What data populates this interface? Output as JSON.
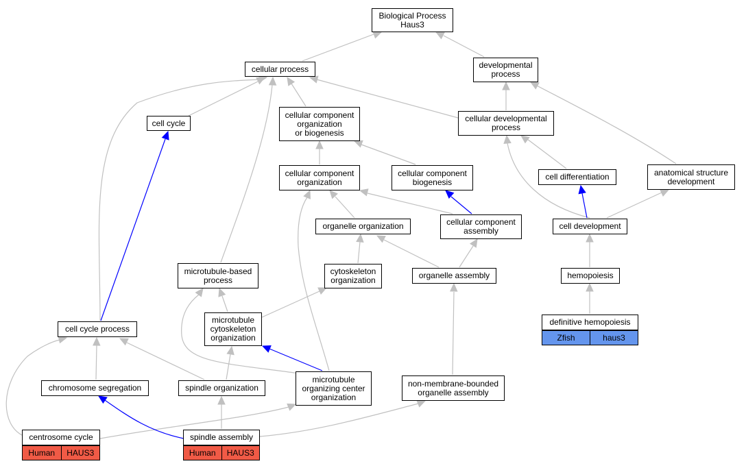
{
  "colors": {
    "grey_edge": "#c0c0c0",
    "blue_edge": "#0000ff",
    "human_annotation": "#f05a46",
    "zfish_annotation": "#6495ed"
  },
  "nodes": {
    "bp_root": "Biological Process\nHaus3",
    "cellular_process": "cellular process",
    "developmental_process": "developmental\nprocess",
    "cell_cycle": "cell cycle",
    "ccob": "cellular component\norganization\nor biogenesis",
    "cellular_developmental_process": "cellular developmental\nprocess",
    "cc_organization": "cellular component\norganization",
    "cc_biogenesis": "cellular component\nbiogenesis",
    "cell_differentiation": "cell differentiation",
    "anatomical_structure_development": "anatomical structure\ndevelopment",
    "organelle_organization": "organelle organization",
    "cc_assembly": "cellular component\nassembly",
    "cell_development": "cell development",
    "microtubule_based_process": "microtubule-based\nprocess",
    "cytoskeleton_organization": "cytoskeleton\norganization",
    "organelle_assembly": "organelle assembly",
    "hemopoiesis": "hemopoiesis",
    "mt_cytoskeleton_organization": "microtubule\ncytoskeleton\norganization",
    "cell_cycle_process": "cell cycle process",
    "definitive_hemopoiesis": "definitive hemopoiesis",
    "chromosome_segregation": "chromosome segregation",
    "spindle_organization": "spindle organization",
    "mtoc_organization": "microtubule\norganizing center\norganization",
    "non_membrane_organelle_assembly": "non-membrane-bounded\norganelle assembly",
    "centrosome_cycle": "centrosome cycle",
    "spindle_assembly": "spindle assembly"
  },
  "annotations": {
    "definitive_hemopoiesis": [
      "Zfish",
      "haus3"
    ],
    "centrosome_cycle": [
      "Human",
      "HAUS3"
    ],
    "spindle_assembly": [
      "Human",
      "HAUS3"
    ]
  }
}
